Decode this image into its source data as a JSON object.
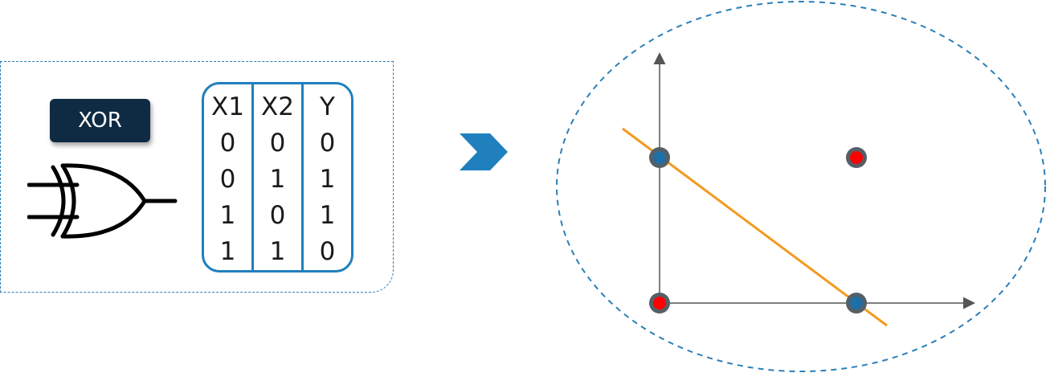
{
  "gate": {
    "label": "XOR"
  },
  "truth_table": {
    "headers": [
      "X1",
      "X2",
      "Y"
    ],
    "rows": [
      [
        "0",
        "0",
        "0"
      ],
      [
        "0",
        "1",
        "1"
      ],
      [
        "1",
        "0",
        "1"
      ],
      [
        "1",
        "1",
        "0"
      ]
    ]
  },
  "colors": {
    "accent": "#1f80bd",
    "label_bg": "#0e2b43",
    "point_fill_red": "#ff0000",
    "point_fill_blue": "#1e6fa6",
    "point_ring": "#555f66",
    "line": "#f29a1f",
    "axes": "#555555"
  },
  "points": [
    {
      "x": 0,
      "y": 0,
      "y_value": 0
    },
    {
      "x": 0,
      "y": 1,
      "y_value": 1
    },
    {
      "x": 1,
      "y": 0,
      "y_value": 1
    },
    {
      "x": 1,
      "y": 1,
      "y_value": 0
    }
  ]
}
